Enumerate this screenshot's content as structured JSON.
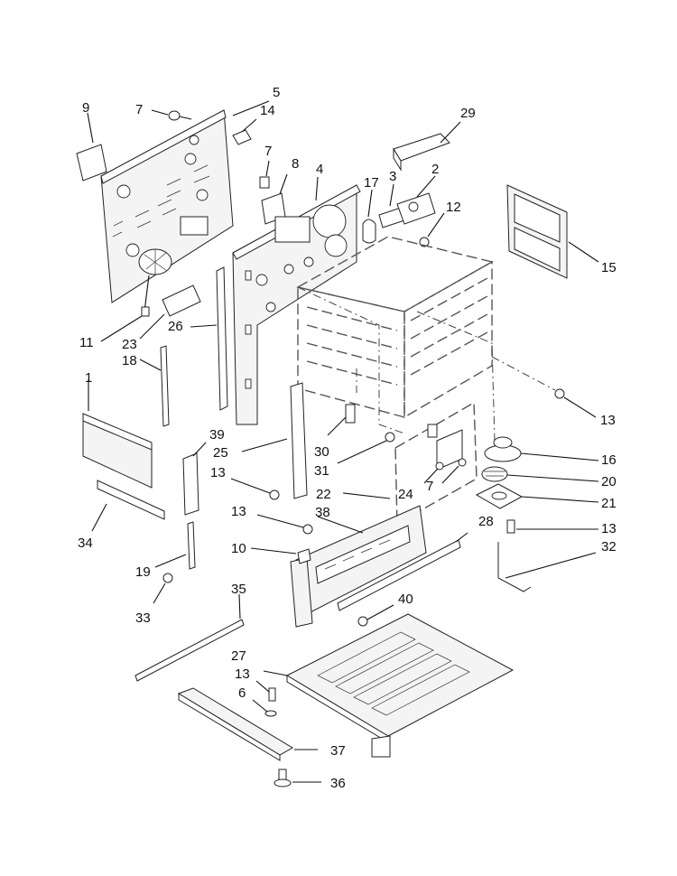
{
  "diagram": {
    "callouts": [
      "1",
      "2",
      "3",
      "4",
      "5",
      "6",
      "7",
      "8",
      "9",
      "10",
      "11",
      "12",
      "13",
      "14",
      "15",
      "16",
      "17",
      "18",
      "19",
      "20",
      "21",
      "22",
      "23",
      "24",
      "25",
      "26",
      "27",
      "28",
      "29",
      "30",
      "31",
      "32",
      "33",
      "34",
      "35",
      "36",
      "37",
      "38",
      "39",
      "40"
    ],
    "labels": {
      "l9": "9",
      "l7a": "7",
      "l5": "5",
      "l14": "14",
      "l7b": "7",
      "l8": "8",
      "l4": "4",
      "l17": "17",
      "l3": "3",
      "l2": "2",
      "l29": "29",
      "l12": "12",
      "l15": "15",
      "l11": "11",
      "l23": "23",
      "l26": "26",
      "l18": "18",
      "l1": "1",
      "l39": "39",
      "l25": "25",
      "l30": "30",
      "l31": "31",
      "l13a": "13",
      "l13b": "13",
      "l16": "16",
      "l20": "20",
      "l21": "21",
      "l13c": "13",
      "l22": "22",
      "l24": "24",
      "l7c": "7",
      "l13d": "13",
      "l38": "38",
      "l28": "28",
      "l10": "10",
      "l34": "34",
      "l19": "19",
      "l33": "33",
      "l32": "32",
      "l35": "35",
      "l40": "40",
      "l27": "27",
      "l13e": "13",
      "l6": "6",
      "l37": "37",
      "l36": "36"
    }
  }
}
